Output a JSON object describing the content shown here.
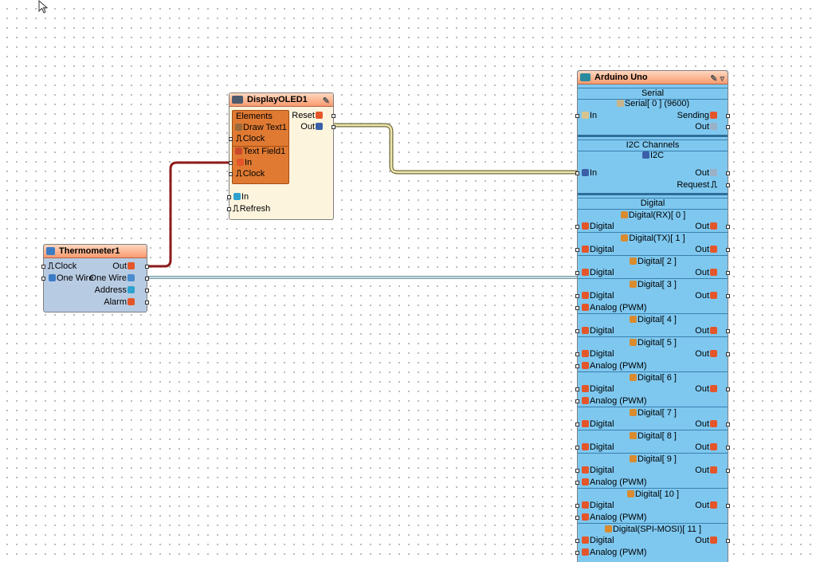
{
  "colors": {
    "canvas": "#ffffff",
    "title_bar": "#f89a6e",
    "oled_body": "#fdf4de",
    "oled_elements": "#e07a32",
    "thermo_body": "#b7cbe2",
    "arduino_body": "#7ec8f0",
    "wire_red": "#8e1a1a",
    "wire_yellow": "#e9dc98",
    "wire_blue": "#a3c4cf"
  },
  "thermometer": {
    "title": "Thermometer1",
    "pins_left": [
      "Clock",
      "One Wire"
    ],
    "pins_right": [
      "Out",
      "One Wire",
      "Address",
      "Alarm"
    ]
  },
  "oled": {
    "title": "DisplayOLED1",
    "elements_label": "Elements",
    "draw_text": "Draw Text1",
    "draw_text_clock": "Clock",
    "text_field": "Text Field1",
    "text_field_in": "In",
    "text_field_clock": "Clock",
    "pin_reset": "Reset",
    "pin_out": "Out",
    "pin_in": "In",
    "pin_refresh": "Refresh"
  },
  "arduino": {
    "title": "Arduino Uno",
    "serial": {
      "header": "Serial",
      "name": "Serial[ 0 ] (9600)",
      "in": "In",
      "sending": "Sending",
      "out": "Out"
    },
    "i2c": {
      "header": "I2C Channels",
      "name": "I2C",
      "in": "In",
      "out": "Out",
      "request": "Request"
    },
    "digital": {
      "header": "Digital",
      "pins": [
        {
          "name": "Digital(RX)[ 0 ]",
          "left": "Digital",
          "right": "Out",
          "pwm": ""
        },
        {
          "name": "Digital(TX)[ 1 ]",
          "left": "Digital",
          "right": "Out",
          "pwm": ""
        },
        {
          "name": "Digital[ 2 ]",
          "left": "Digital",
          "right": "Out",
          "pwm": ""
        },
        {
          "name": "Digital[ 3 ]",
          "left": "Digital",
          "right": "Out",
          "pwm": "Analog (PWM)"
        },
        {
          "name": "Digital[ 4 ]",
          "left": "Digital",
          "right": "Out",
          "pwm": ""
        },
        {
          "name": "Digital[ 5 ]",
          "left": "Digital",
          "right": "Out",
          "pwm": "Analog (PWM)"
        },
        {
          "name": "Digital[ 6 ]",
          "left": "Digital",
          "right": "Out",
          "pwm": "Analog (PWM)"
        },
        {
          "name": "Digital[ 7 ]",
          "left": "Digital",
          "right": "Out",
          "pwm": ""
        },
        {
          "name": "Digital[ 8 ]",
          "left": "Digital",
          "right": "Out",
          "pwm": ""
        },
        {
          "name": "Digital[ 9 ]",
          "left": "Digital",
          "right": "Out",
          "pwm": "Analog (PWM)"
        },
        {
          "name": "Digital[ 10 ]",
          "left": "Digital",
          "right": "Out",
          "pwm": "Analog (PWM)"
        },
        {
          "name": "Digital(SPI-MOSI)[ 11 ]",
          "left": "Digital",
          "right": "Out",
          "pwm": "Analog (PWM)"
        }
      ]
    }
  }
}
